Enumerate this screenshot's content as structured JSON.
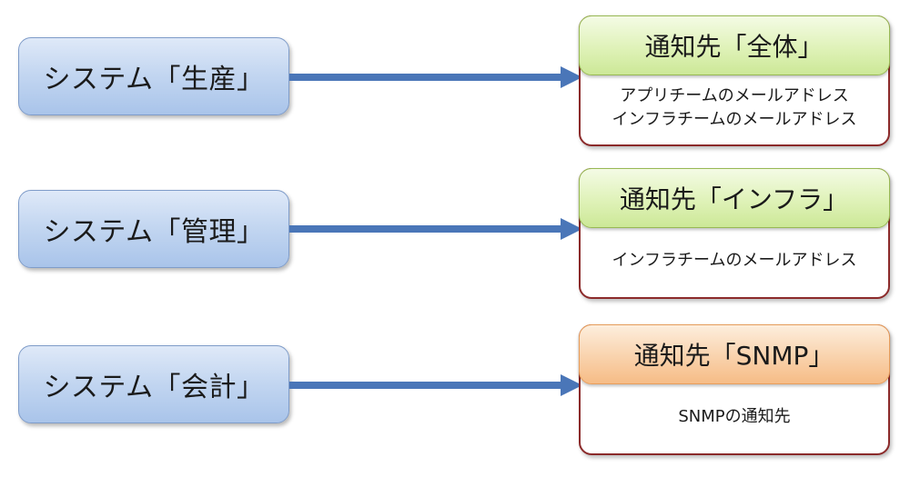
{
  "systems": [
    {
      "label": "システム「生産」"
    },
    {
      "label": "システム「管理」"
    },
    {
      "label": "システム「会計」"
    }
  ],
  "destinations": [
    {
      "title": "通知先「全体」",
      "lines": [
        "アプリチームのメールアドレス",
        "インフラチームのメールアドレス"
      ],
      "color": "#cce897"
    },
    {
      "title": "通知先「インフラ」",
      "lines": [
        "インフラチームのメールアドレス"
      ],
      "color": "#cce897"
    },
    {
      "title": "通知先「SNMP」",
      "lines": [
        "SNMPの通知先"
      ],
      "color": "#f6bc86"
    }
  ],
  "colors": {
    "arrow": "#4a76b8",
    "dest_border": "#8b2a2a",
    "system_fill": "#c4d7f1"
  }
}
